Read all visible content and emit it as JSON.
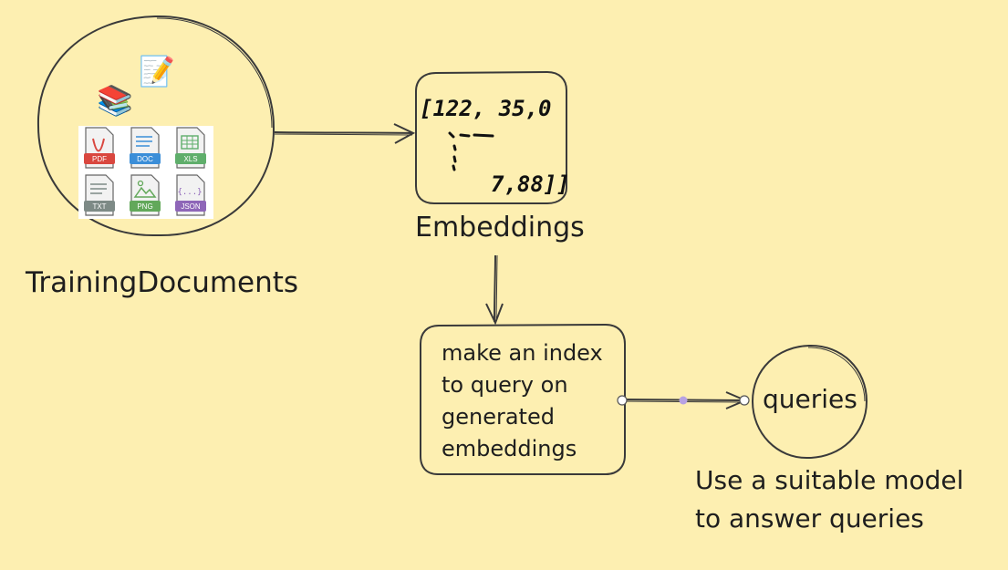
{
  "nodes": {
    "training_documents": {
      "label": "TrainingDocuments"
    },
    "embeddings": {
      "label": "Embeddings",
      "sketch_top": "[122, 35,0",
      "sketch_bottom": "7,88]]"
    },
    "index": {
      "text": "make an index to query on generated embeddings"
    },
    "queries": {
      "label": "queries"
    },
    "answer": {
      "text": "Use a suitable model to answer queries"
    }
  },
  "file_types": [
    "PDF",
    "DOC",
    "XLS",
    "TXT",
    "PNG",
    "JSON"
  ],
  "file_colors": {
    "PDF": "#d9473f",
    "DOC": "#3b8ed8",
    "XLS": "#5fae6b",
    "TXT": "#7d8a86",
    "PNG": "#62a85a",
    "JSON": "#8e66b8"
  },
  "icons": {
    "books": "books-icon",
    "memo": "memo-icon"
  },
  "colors": {
    "background": "#fdefb1",
    "stroke": "#3a3a3a",
    "connector_dot": "#b7a2e3"
  }
}
